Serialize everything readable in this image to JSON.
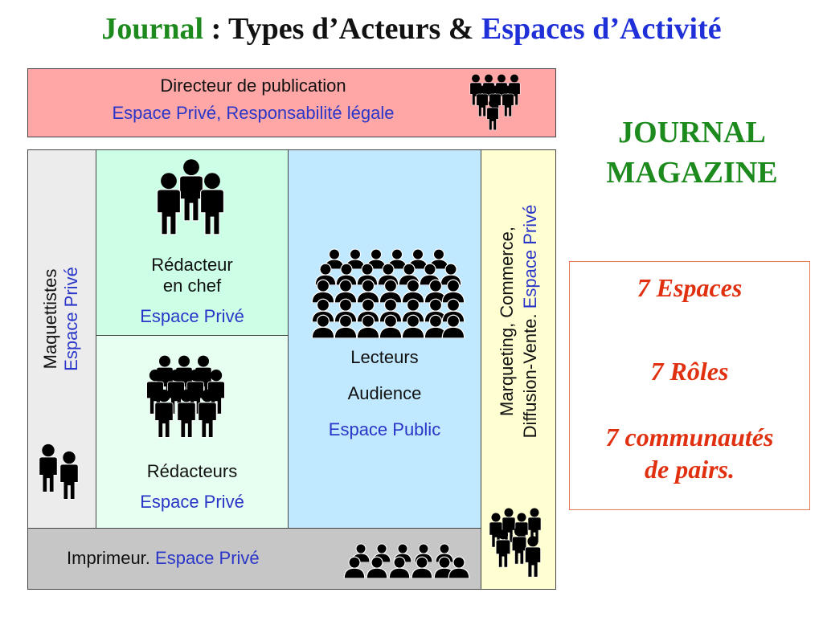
{
  "title": {
    "part1": "Journal",
    "part2": " : Types d’Acteurs & ",
    "part3": "Espaces d’Activité"
  },
  "directeur": {
    "role": "Directeur de publication",
    "space": "Espace Privé, Responsabilité légale",
    "icon": "group-of-people-icon"
  },
  "maquettistes": {
    "role": "Maquettistes",
    "space": "Espace Privé",
    "icon": "two-people-icon"
  },
  "redacteur_chef": {
    "role_line1": "Rédacteur",
    "role_line2": "en chef",
    "space": "Espace Privé",
    "icon": "three-people-icon"
  },
  "redacteurs": {
    "role": "Rédacteurs",
    "space": "Espace Privé",
    "icon": "group-of-people-icon"
  },
  "lecteurs": {
    "role": "Lecteurs",
    "role2": "Audience",
    "space": "Espace Public",
    "icon": "crowd-icon"
  },
  "marketing": {
    "line1": "Marqueting, Commerce,",
    "line2_black": "Diffusion-Vente. ",
    "line2_blue": "Espace Privé",
    "icon": "group-of-people-icon"
  },
  "imprimeur": {
    "role": "Imprimeur. ",
    "space": "Espace Privé",
    "icon": "row-of-people-icon"
  },
  "side_title": {
    "line1": "JOURNAL",
    "line2": "MAGAZINE"
  },
  "summary": {
    "line1": "7 Espaces",
    "line2": "7 Rôles",
    "line3": "7 communautés",
    "line4": "de pairs."
  },
  "colors": {
    "title_green": "#1c8a1c",
    "title_blue": "#2030d8",
    "directeur_bg": "#ffa7a7",
    "maquettistes_bg": "#ececec",
    "redacteur_chef_bg": "#ccffe6",
    "redacteurs_bg": "#e6fff0",
    "lecteurs_bg": "#c0e8ff",
    "marketing_bg": "#ffffd2",
    "imprimeur_bg": "#c6c6c6",
    "summary_text": "#e03010"
  }
}
